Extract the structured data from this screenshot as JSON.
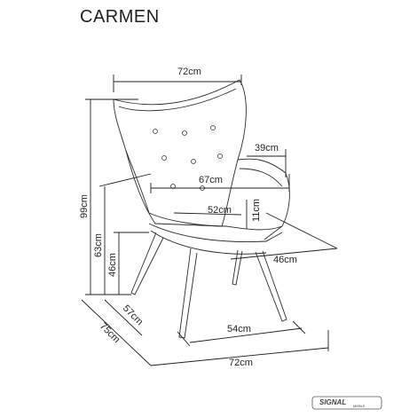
{
  "product": {
    "name": "CARMEN"
  },
  "dimensions": {
    "top_width": "72cm",
    "armrest_depth": "39cm",
    "arm_width": "67cm",
    "seat_depth": "52cm",
    "armrest_height_above_seat": "11cm",
    "seat_width": "46cm",
    "total_height": "99cm",
    "arm_height": "63cm",
    "seat_height": "46cm",
    "leg_depth": "57cm",
    "leg_width": "54cm",
    "total_depth": "75cm",
    "total_width": "72cm"
  },
  "brand": {
    "logo_text": "SIGNAL",
    "logo_subtext": "MEBLE"
  }
}
